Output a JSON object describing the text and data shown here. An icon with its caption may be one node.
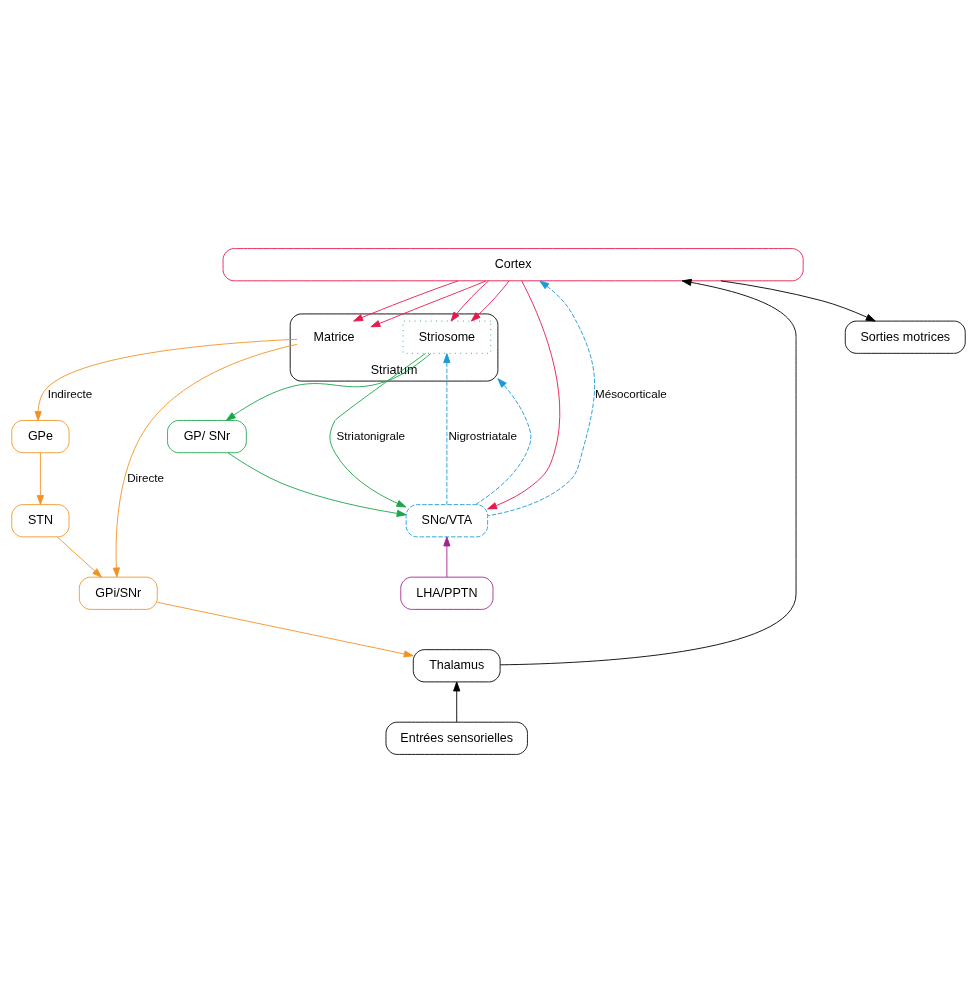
{
  "diagram": {
    "nodes": [
      {
        "text": [
          "Cortex"
        ]
      },
      {
        "text": [
          "Striatum"
        ]
      },
      {
        "text": [
          "Matrice"
        ],
        "in": 1
      },
      {
        "text": [
          "Striosome"
        ],
        "in": 1
      },
      {
        "text": [
          "GPe"
        ]
      },
      {
        "text": [
          "STN"
        ]
      },
      {
        "text": [
          "GPi/SNr"
        ]
      },
      {
        "text": [
          "GP/ SNr"
        ]
      },
      {
        "text": [
          "SNc/VTA"
        ]
      },
      {
        "text": [
          "Thalamus"
        ]
      },
      {
        "text": [
          "Sorties motrices"
        ]
      },
      {
        "text": [
          "LHA/PPTN"
        ]
      },
      {
        "text": [
          "Entrées sensorielles"
        ]
      }
    ],
    "edges": [
      {
        "from": 0,
        "to": 2,
        "arrow": "to",
        "color": "#e6194b"
      },
      {
        "from": 0,
        "to": 2,
        "arrow": "to",
        "color": "#e6194b"
      },
      {
        "from": 0,
        "to": 3,
        "arrow": "to",
        "color": "#e6194b"
      },
      {
        "from": 0,
        "to": 3,
        "arrow": "to",
        "color": "#e6194b"
      },
      {
        "from": 2,
        "to": 6,
        "arrow": "to",
        "label": "Directe",
        "color": "#f39224"
      },
      {
        "from": 2,
        "to": 4,
        "arrow": "to",
        "label": "Indirecte",
        "color": "#f39224"
      },
      {
        "from": 4,
        "to": 5,
        "arrow": "to",
        "color": "#f39224"
      },
      {
        "from": 5,
        "to": 6,
        "arrow": "to",
        "color": "#f39224"
      },
      {
        "from": 3,
        "to": 7,
        "arrow": "to",
        "color": "#1aa64a"
      },
      {
        "from": 3,
        "to": 8,
        "arrow": "to",
        "label": "Striatonigrale",
        "color": "#1aa64a"
      },
      {
        "from": 7,
        "to": 8,
        "arrow": "to",
        "color": "#1aa64a"
      },
      {
        "from": 0,
        "to": 8,
        "arrow": "to",
        "color": "#e6194b"
      },
      {
        "from": 11,
        "to": 8,
        "arrow": "to",
        "color": "#a4218f"
      },
      {
        "from": 6,
        "to": 9,
        "arrow": "to",
        "color": "#f39224"
      },
      {
        "from": 8,
        "to": 3,
        "arrow": "to",
        "label": "Nigrostriatale",
        "style": "dashed",
        "color": "#1a9ad6"
      },
      {
        "from": 8,
        "to": 1,
        "arrow": "to",
        "style": "dashed",
        "color": "#1a9ad6"
      },
      {
        "from": 8,
        "to": 0,
        "arrow": "to",
        "label": "Mésocorticale",
        "style": "dashed",
        "color": "#1a9ad6"
      },
      {
        "from": 9,
        "to": 0,
        "arrow": "to",
        "color": "#000000"
      },
      {
        "from": 0,
        "to": 10,
        "arrow": "to",
        "color": "#000000"
      },
      {
        "from": 12,
        "to": 9,
        "arrow": "to",
        "color": "#000000"
      }
    ]
  }
}
